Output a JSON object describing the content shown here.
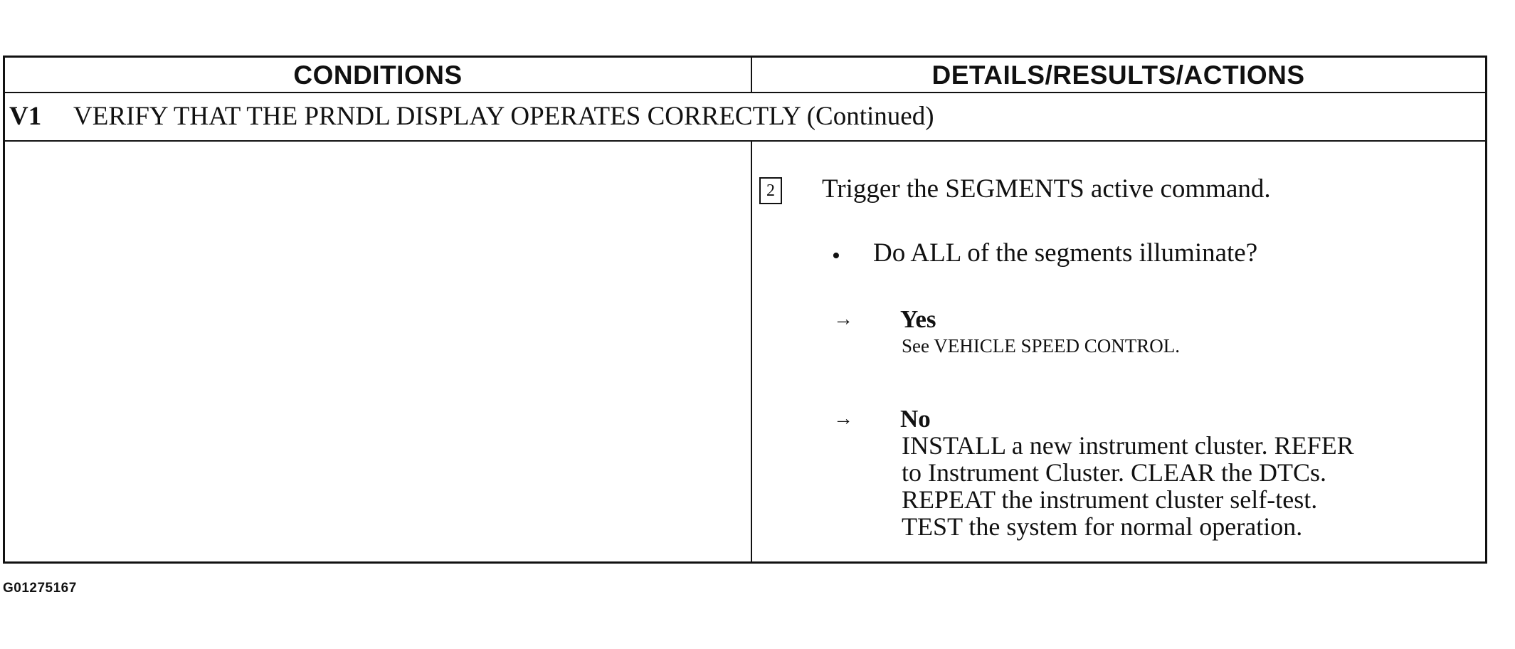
{
  "table": {
    "headers": {
      "conditions": "CONDITIONS",
      "details": "DETAILS/RESULTS/ACTIONS"
    },
    "step": {
      "code": "V1",
      "title": "VERIFY THAT THE PRNDL DISPLAY OPERATES CORRECTLY (Continued)"
    },
    "conditions_text": "",
    "details": {
      "step_number": "2",
      "instruction": "Trigger the SEGMENTS active command.",
      "bullet": "•",
      "question": "Do ALL of the segments illuminate?",
      "arrow": "→",
      "yes": {
        "label": "Yes",
        "action": "See VEHICLE SPEED CONTROL."
      },
      "no": {
        "label": "No",
        "action_lines": [
          "INSTALL a new instrument cluster. REFER",
          "to Instrument Cluster. CLEAR the DTCs.",
          "REPEAT the instrument cluster self-test.",
          "TEST the system for normal operation."
        ]
      }
    }
  },
  "figure_id": "G01275167"
}
